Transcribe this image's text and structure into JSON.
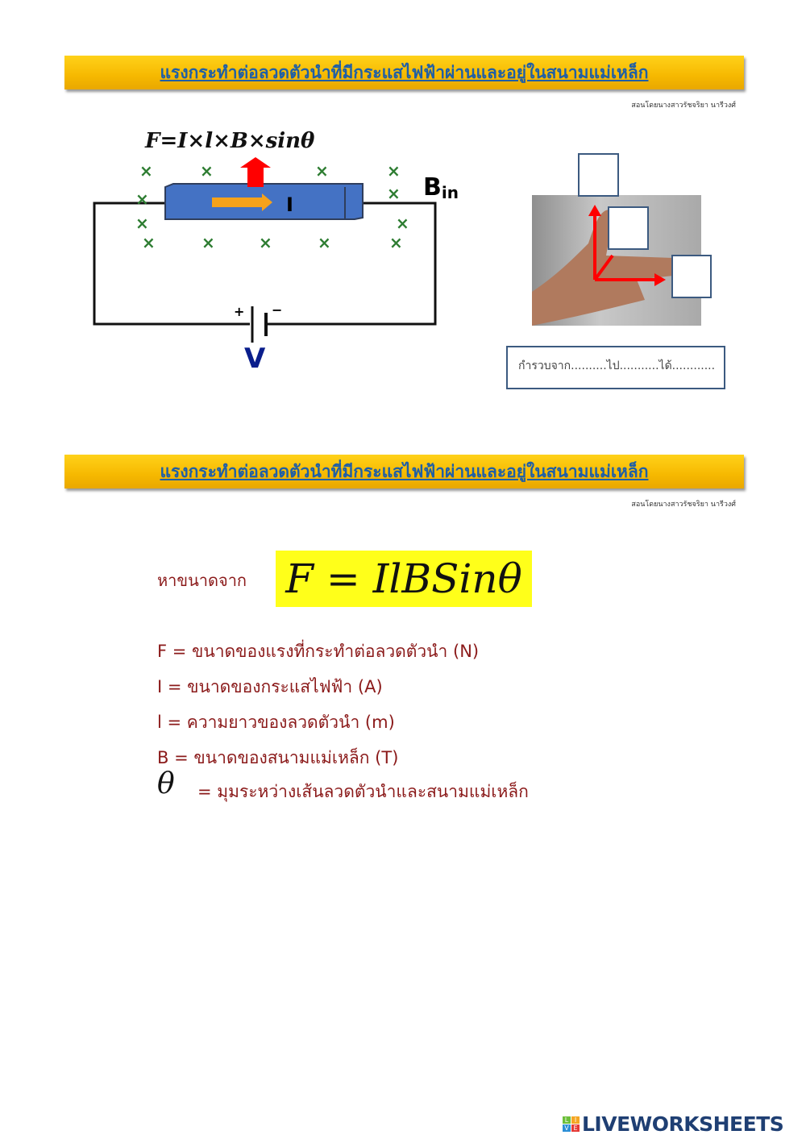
{
  "section1": {
    "banner_title": "แรงกระทำต่อลวดตัวนำที่มีกระแสไฟฟ้าผ่านและอยู่ในสนามแม่เหล็ก",
    "author": "สอนโดยนางสาวรัชจริยา นารีวงศ์",
    "diagram": {
      "formula": "F=I×l×B×sinθ",
      "current_label": "I",
      "field_label_main": "B",
      "field_label_sub": "in",
      "battery_plus": "+",
      "battery_minus": "−",
      "voltage_label": "V",
      "colors": {
        "wire": "#4472c4",
        "force_arrow": "#ff0000",
        "current_arrow": "#f5a21b",
        "cross": "#2e7d32"
      }
    },
    "hand_image": {
      "icon": "right-hand-rule-photo",
      "answer_boxes": [
        "",
        "",
        ""
      ]
    },
    "rule_text": "กำรวบจาก..........ไป...........ได้............"
  },
  "section2": {
    "banner_title": "แรงกระทำต่อลวดตัวนำที่มีกระแสไฟฟ้าผ่านและอยู่ในสนามแม่เหล็ก",
    "author": "สอนโดยนางสาวรัชจริยา นารีวงศ์",
    "formula_label": "หาขนาดจาก",
    "formula": "F = IlBSinθ",
    "definitions": [
      "F = ขนาดของแรงที่กระทำต่อลวดตัวนำ (N)",
      "I = ขนาดของกระแสไฟฟ้า (A)",
      "l = ความยาวของลวดตัวนำ (m)",
      "B = ขนาดของสนามแม่เหล็ก (T)"
    ],
    "theta_symbol": "θ",
    "theta_definition": "=  มุมระหว่างเส้นลวดตัวนำและสนามแม่เหล็ก"
  },
  "watermark": {
    "logo_letters": [
      "L",
      "I",
      "V",
      "E"
    ],
    "text": "LIVEWORKSHEETS"
  }
}
